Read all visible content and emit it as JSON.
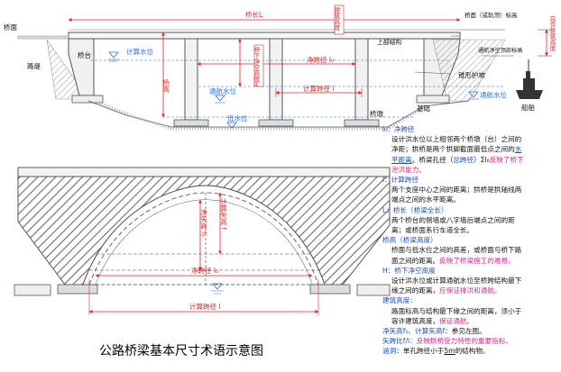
{
  "top": {
    "bridge_deck": "桥面",
    "span_length": "桥长L",
    "design_bank_box": "建筑高度",
    "design_bank_label": "桥面（或轨顶）标高",
    "bank_right": "容许建筑高度",
    "abutment_left": "桥台",
    "road_embankment": "路堤",
    "calc_water_level": "计算水位",
    "superstructure_label": "上部结构",
    "bridge_height_box": "桥下净空高度H",
    "clear_span": "净跨径 l₀",
    "calc_span": "计算跨径 l",
    "bridge_height": "桥高",
    "nav_water_level": "通航水位",
    "nav_clear_top": "通航净空顶部标高",
    "nav_water_level_right": "通航水位",
    "low_water_level": "低水位",
    "cone_slope": "锥形护坡",
    "ship": "船舶",
    "pier": "桥墩",
    "foundation": "基础"
  },
  "bottom": {
    "net_rise": "净矢高 f₀",
    "calc_rise": "计算矢高 f",
    "clear_span": "净跨径 l₀",
    "calc_span": "计算跨径 l"
  },
  "panel": {
    "l0_title": "l₀：净跨径",
    "l0_line1": "设计洪水位以上相邻两个桥墩（台）之间的",
    "l0_line2a": "净距；拱桥是两个拱脚截面最低点之间的",
    "l0_line2b": "水",
    "l0_line3a": "平距离",
    "l0_line3b": "。桥梁孔径（",
    "l0_line3c": "总跨径",
    "l0_line3d": "）Σl₀",
    "l0_line3e": "反映了桥下",
    "l0_line4": "泄洪能力。",
    "l_title": "l：计算跨径",
    "l_line1": "两个支座中心之间的距离；拱桥是拱轴线两",
    "l_line2": "端点之间的水平距离。",
    "L_title": "L：桥长（桥梁全长）",
    "L_line1": "两个桥台的侧墙或八字墙后端点之间的距",
    "L_line2": "离；或桥面系行车道全长。",
    "gq_title": "桥高（桥梁高度）",
    "gq_line1": "桥面与低水位之间的高差，或桥面与桥下路",
    "gq_line2a": "面之间的距离。",
    "gq_line2b": "反映了桥梁施工的难易。",
    "H_title": "H：桥下净空高度",
    "H_line1": "设计洪水位或计算通航水位至桥跨结构最下",
    "H_line2a": "缘之间的距离，",
    "H_line2b": "应保证排洪和通航。",
    "jz_title": "建筑高度：",
    "jz_line1": "路面标高与结构最下缘之间的距离，须小于",
    "jz_line2a": "容许建筑高度，",
    "jz_line2b": "保证通航。",
    "rise_a": "净矢高f₀、计算矢高f",
    "rise_b": "：参见左图。",
    "ratio_a": "矢跨比f/l：",
    "ratio_b": "反映拱桥受力特性的重要指标。",
    "culvert_a": "涵洞",
    "culvert_b": "：单孔跨径小于",
    "culvert_c": "5m",
    "culvert_d": "的结构物。"
  },
  "caption": "公路桥梁基本尺寸术语示意图",
  "colors": {
    "dim_red": "#d9262a",
    "term_blue": "#1c4fb8",
    "comment_pink": "#e0208a",
    "water_blue": "#2f6fd0",
    "hatch": "#555555"
  }
}
